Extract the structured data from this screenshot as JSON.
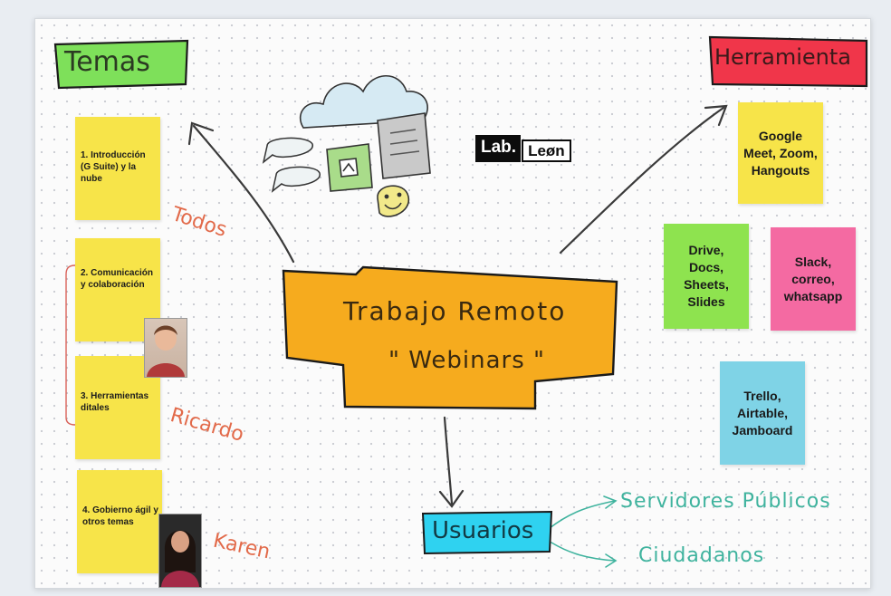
{
  "brand": {
    "lab": "Lab.",
    "leon": "Leøn"
  },
  "temas": {
    "title": "Temas",
    "color": "#7ee05a"
  },
  "herramientas": {
    "title": "Herramienta",
    "color": "#f0364a"
  },
  "center": {
    "line1": "Trabajo Remoto",
    "line2": "\" Webinars \"",
    "color": "#f6ab1e"
  },
  "usuarios": {
    "title": "Usuarios",
    "color": "#2fd2f0",
    "branches": [
      "Servidores Públicos",
      "Ciudadanos"
    ]
  },
  "topics": [
    {
      "text": "1. Introducción (G Suite) y la nube"
    },
    {
      "text": "2. Comunicación y colaboración"
    },
    {
      "text": "3. Herramientas ditales"
    },
    {
      "text": "4. Gobierno ágil y otros temas"
    }
  ],
  "speakers": [
    "Todos",
    "Ricardo",
    "Karen"
  ],
  "tools": [
    {
      "text": "Google Meet, Zoom, Hangouts",
      "color": "#f7e449"
    },
    {
      "text": "Drive, Docs, Sheets, Slides",
      "color": "#8ee34f"
    },
    {
      "text": "Slack, correo, whatsapp",
      "color": "#f46aa2"
    },
    {
      "text": "Trello, Airtable, Jamboard",
      "color": "#7fd3e6"
    }
  ],
  "colors": {
    "sticky_yellow": "#f7e449",
    "ink_orange": "#e26a4a",
    "ink_teal": "#3fb39e"
  },
  "icons": [
    "cloud-icon",
    "document-icon",
    "chat-bubbles-icon",
    "image-icon",
    "smiley-icon",
    "portrait-photo"
  ]
}
